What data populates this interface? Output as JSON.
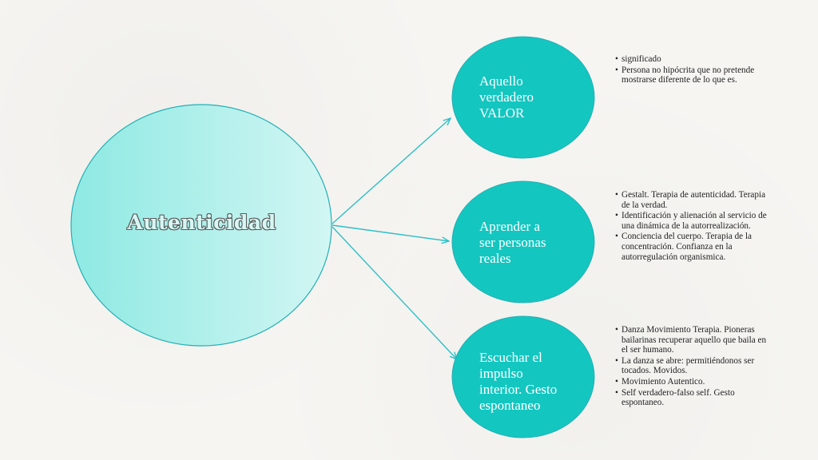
{
  "colors": {
    "main_fill_left": "#8ee9e3",
    "main_fill_right": "#d2f6f3",
    "node_fill": "#14c6c0",
    "stroke": "#23b0b4",
    "connector": "#2ebfc7"
  },
  "main": {
    "label": "Autenticidad"
  },
  "nodes": [
    {
      "label": "Aquello\nverdadero\nVALOR",
      "bullets": [
        "significado",
        "Persona no hipócrita que no pretende mostrarse diferente de lo que es."
      ]
    },
    {
      "label": "Aprender a\nser personas\nreales",
      "bullets": [
        "Gestalt. Terapia de autenticidad. Terapia de la verdad.",
        "Identificación y alienación al servicio de una dinámica de la autorrealización.",
        "Conciencia del cuerpo. Terapia de la concentración. Confianza en la autorregulación organismica."
      ]
    },
    {
      "label": "Escuchar el\nimpulso\ninterior. Gesto\nespontaneo",
      "bullets": [
        "Danza Movimiento Terapia. Pioneras bailarinas recuperar aquello que baila en el ser humano.",
        "La danza se abre: permitiéndonos ser tocados. Movidos.",
        "Movimiento Autentico.",
        "Self verdadero-falso self. Gesto espontaneo."
      ]
    }
  ]
}
